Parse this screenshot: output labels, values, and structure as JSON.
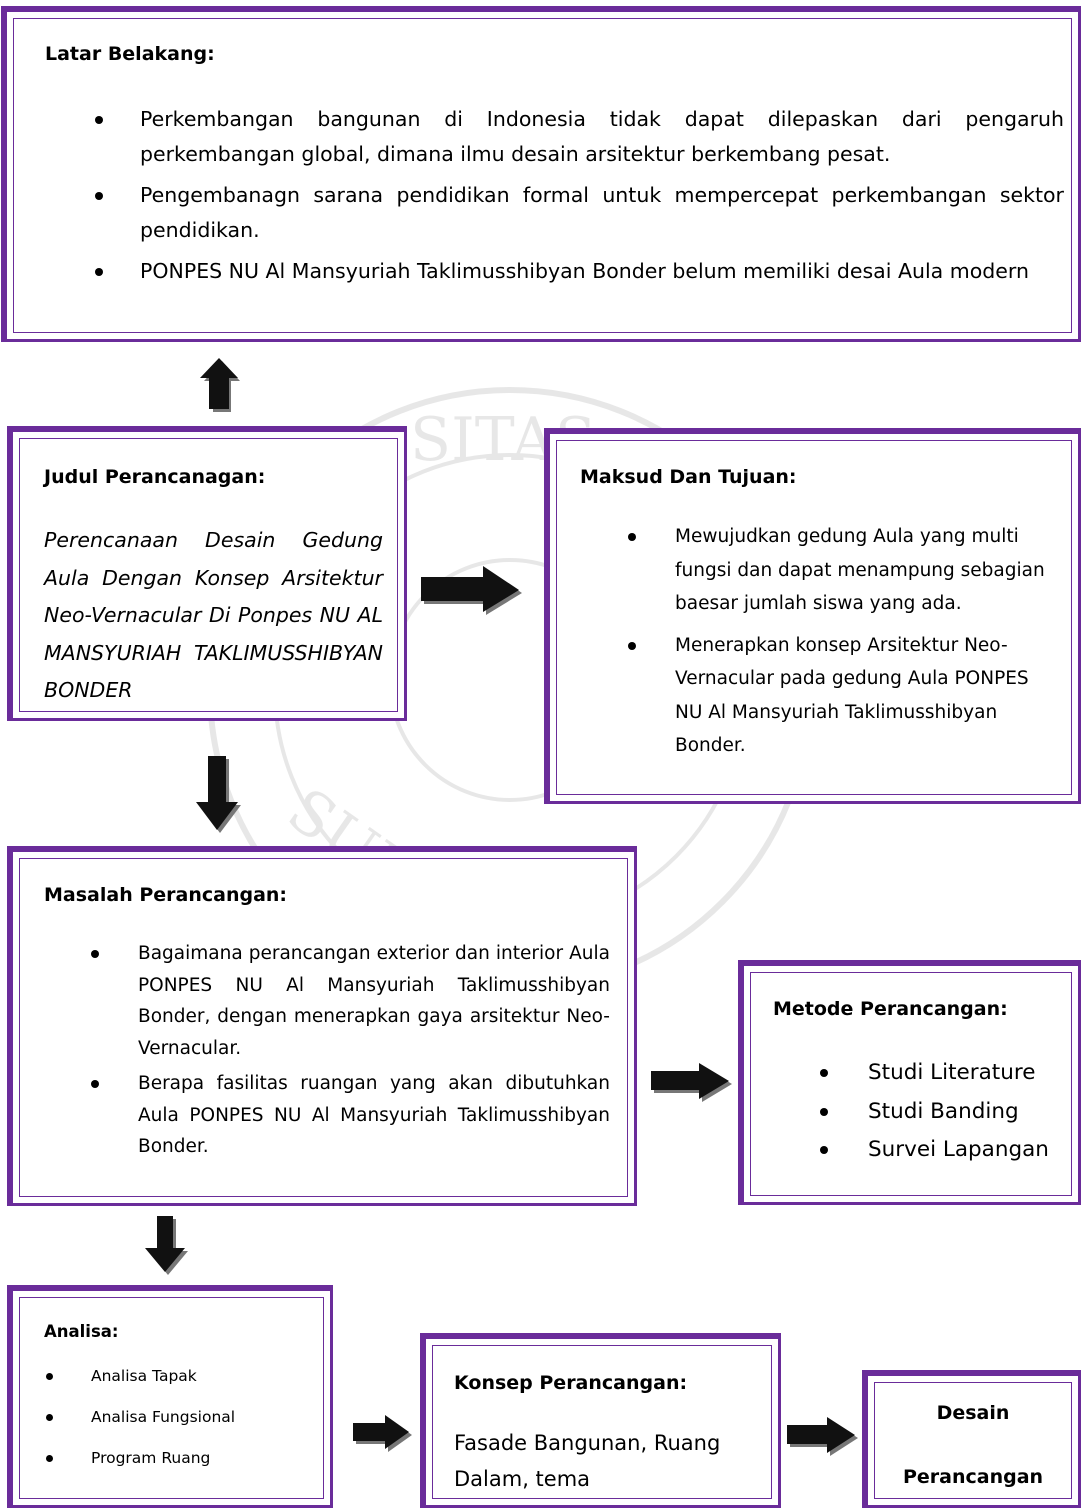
{
  "latar": {
    "title": "Latar Belakang:",
    "items": [
      "Perkembangan bangunan di Indonesia tidak dapat dilepaskan dari pengaruh perkembangan global, dimana ilmu desain arsitektur berkembang pesat.",
      "Pengembanagn sarana pendidikan formal untuk mempercepat perkembangan sektor pendidikan.",
      "PONPES NU Al Mansyuriah Taklimusshibyan Bonder belum memiliki desai Aula modern"
    ]
  },
  "judul": {
    "title": "Judul Perancanagan:",
    "text": "Perencanaan Desain Gedung Aula Dengan Konsep Arsitektur Neo-Vernacular Di Ponpes NU AL MANSYURIAH TAKLIMUSSHIBYAN BONDER"
  },
  "maksud": {
    "title": "Maksud Dan Tujuan:",
    "items": [
      "Mewujudkan gedung Aula yang multi fungsi dan dapat menampung sebagian baesar jumlah siswa yang ada.",
      "Menerapkan konsep Arsitektur Neo-Vernacular pada gedung Aula PONPES NU Al Mansyuriah Taklimusshibyan Bonder."
    ]
  },
  "masalah": {
    "title": "Masalah Perancangan:",
    "items": [
      "Bagaimana perancangan exterior dan interior Aula PONPES NU Al Mansyuriah Taklimusshibyan Bonder, dengan menerapkan gaya arsitektur Neo-Vernacular.",
      "Berapa fasilitas ruangan yang akan dibutuhkan Aula PONPES NU Al Mansyuriah Taklimusshibyan Bonder."
    ]
  },
  "metode": {
    "title": "Metode Perancangan:",
    "items": [
      "Studi Literature",
      "Studi Banding",
      "Survei Lapangan"
    ]
  },
  "analisa": {
    "title": "Analisa:",
    "items": [
      "Analisa Tapak",
      "Analisa Fungsional",
      "Program Ruang"
    ]
  },
  "konsep": {
    "title": "Konsep Perancangan:",
    "text": "Fasade Bangunan, Ruang Dalam, tema"
  },
  "desain": {
    "line1": "Desain",
    "line2": "Perancangan"
  },
  "watermark": {
    "arc_top": "SITAS",
    "arc_bottom": "SUKO  BON"
  },
  "colors": {
    "border": "#6a2c9a",
    "arrow": "#111111"
  }
}
